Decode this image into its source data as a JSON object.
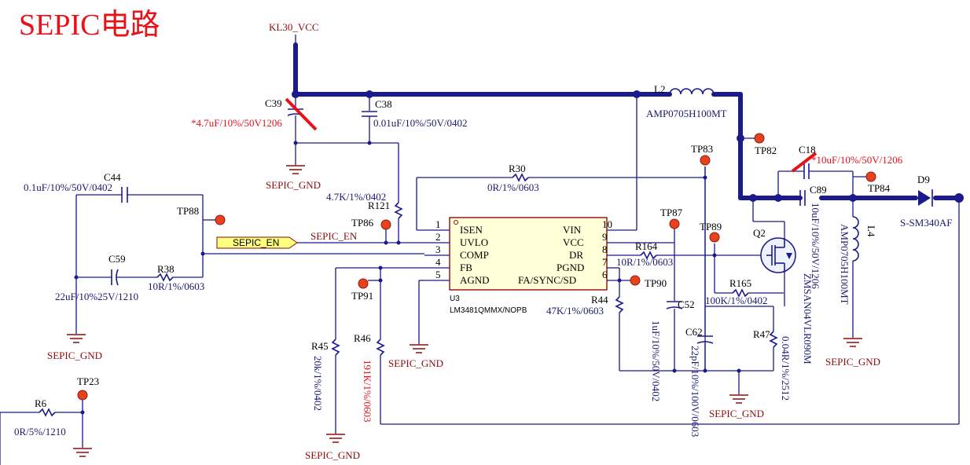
{
  "title": "SEPIC电路",
  "nets": {
    "vin": "KL30_VCC",
    "gnd": "SEPIC_GND",
    "en": "SEPIC_EN"
  },
  "ic": {
    "ref": "U3",
    "part": "LM3481QMMX/NOPB",
    "left_pins": [
      {
        "num": "1",
        "name": "ISEN"
      },
      {
        "num": "2",
        "name": "UVLO"
      },
      {
        "num": "3",
        "name": "COMP"
      },
      {
        "num": "4",
        "name": "FB"
      },
      {
        "num": "5",
        "name": "AGND"
      }
    ],
    "right_pins": [
      {
        "num": "10",
        "name": "VIN"
      },
      {
        "num": "9",
        "name": "VCC"
      },
      {
        "num": "8",
        "name": "DR"
      },
      {
        "num": "7",
        "name": "PGND"
      },
      {
        "num": "6",
        "name": "FA/SYNC/SD"
      }
    ]
  },
  "components": {
    "C39": {
      "ref": "C39",
      "value": "*4.7uF/10%/50V1206"
    },
    "C38": {
      "ref": "C38",
      "value": "0.01uF/10%/50V/0402"
    },
    "C44": {
      "ref": "C44",
      "value": "0.1uF/10%/50V/0402"
    },
    "C59": {
      "ref": "C59",
      "value": "22uF/10%25V/1210"
    },
    "R38": {
      "ref": "R38",
      "value": "10R/1%/0603"
    },
    "R121": {
      "ref": "R121",
      "value": "4.7K/1%/0402"
    },
    "R30": {
      "ref": "R30",
      "value": "0R/1%/0603"
    },
    "L2": {
      "ref": "L2",
      "value": "AMP0705H100MT"
    },
    "R164": {
      "ref": "R164",
      "value": "10R/1%/0603"
    },
    "R165": {
      "ref": "R165",
      "value": "100K/1%/0402"
    },
    "R44": {
      "ref": "R44",
      "value": "47K/1%/0603"
    },
    "C52": {
      "ref": "C52",
      "value": "1uF/10%/50V/0402"
    },
    "C62": {
      "ref": "C62",
      "value": "22pF/10%/100V/0603"
    },
    "R47": {
      "ref": "R47",
      "value": "0.04R/1%/2512"
    },
    "Q2": {
      "ref": "Q2",
      "value": "ZMSAN04VLR090M"
    },
    "C18": {
      "ref": "C18",
      "value": "*10uF/10%/50V/1206"
    },
    "C89": {
      "ref": "C89",
      "value": "10uF/10%/50V/1206"
    },
    "L4": {
      "ref": "L4",
      "value": "AMP0705H100MT"
    },
    "D9": {
      "ref": "D9",
      "value": "S-SM340AF"
    },
    "R45": {
      "ref": "R45",
      "value": "20k/1%/0402"
    },
    "R46": {
      "ref": "R46",
      "value": "191K/1%/0603"
    },
    "R6": {
      "ref": "R6",
      "value": "0R/5%/1210"
    }
  },
  "testpoints": [
    "TP88",
    "TP86",
    "TP87",
    "TP83",
    "TP82",
    "TP89",
    "TP90",
    "TP91",
    "TP84",
    "TP23"
  ],
  "colors": {
    "wire": "#1a1a8c",
    "red": "#e8121a",
    "net_dark": "#8b0b0b",
    "ic_fill": "#ffffd8",
    "port_fill": "#ffff80"
  }
}
